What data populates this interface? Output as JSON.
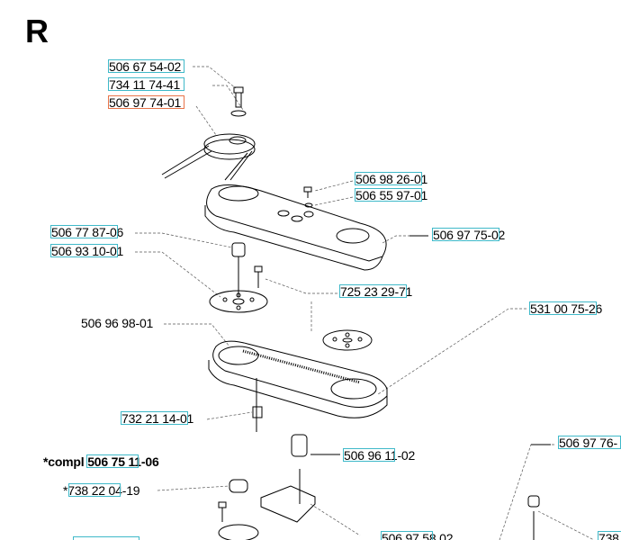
{
  "section_letter": "R",
  "parts": {
    "p1": "506 67 54-02",
    "p2": "734 11 74-41",
    "p3": "506 97 74-01",
    "p4": "506 98 26-01",
    "p5": "506 55 97-01",
    "p6": "506 97 75-02",
    "p7": "506 77 87-06",
    "p8": "506 93 10-01",
    "p9": "725 23 29-71",
    "p10": "531 00 75-26",
    "p11": "506 96 98-01",
    "p12": "732 21 14-01",
    "p13": "506 96 11-02",
    "p14": "506 97 76-",
    "p15": "*738 22 04-19",
    "p16": "506 97 58 02",
    "p17": "738"
  },
  "compl": {
    "prefix": "*compl",
    "number": "506 75 11-06"
  },
  "colors": {
    "link_box": "#3fb9c9",
    "highlight_box": "#e8744a"
  }
}
